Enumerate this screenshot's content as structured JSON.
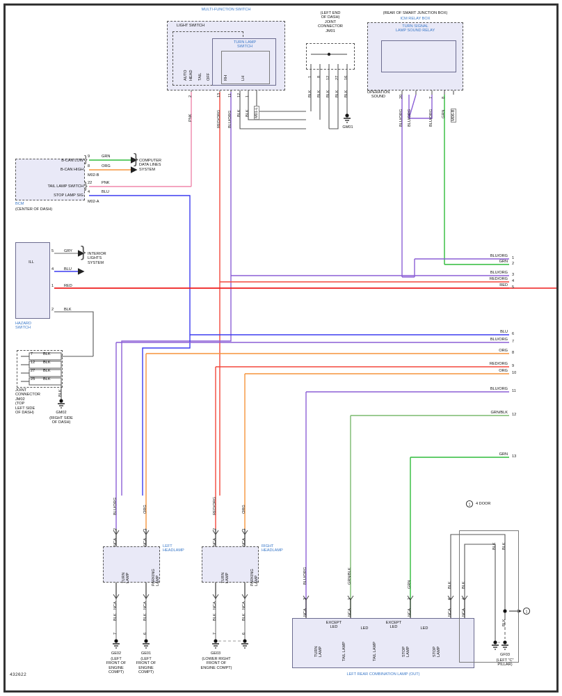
{
  "diagram": {
    "number": "432622",
    "title_blocks": {
      "multi_function_switch": "MULTI-FUNCTION SWITCH",
      "light_switch": "LIGHT SWITCH",
      "turn_lamp_switch": "TURN LAMP\nSWITCH",
      "joint_connector_jm01": "(LEFT END\nOF DASH)\nJOINT\nCONNECTOR\nJM01",
      "smart_junction_box": "(REAR OF SMART JUNCTION BOX)",
      "icm_relay_box": "ICM RELAY BOX",
      "turn_signal_relay": "TURN SIGNAL\nLAMP SOUND RELAY",
      "operation_sound": "OPERATION\nSOUND",
      "bcm": "BCM",
      "bcm_loc": "(CENTER OF DASH)",
      "hazard_switch": "HAZARD\nSWITCH",
      "joint_connector_jm02": "JOINT\nCONNECTOR\nJM02\n(TOP\nLEFT SIDE\nOF DASH)",
      "computer_data_lines": "COMPUTER\nDATA LINES\nSYSTEM",
      "interior_lights": "INTERIOR\nLIGHTS\nSYSTEM",
      "left_headlamp": "LEFT\nHEADLAMP",
      "right_headlamp": "RIGHT\nHEADLAMP",
      "left_rear_comb_lamp": "LEFT REAR COMBINATION LAMP (OUT)",
      "four_door_note": "4 DOOR"
    },
    "light_switch_positions": [
      "AUTO",
      "HEAD",
      "TAIL",
      "OFF"
    ],
    "turn_switch_positions": [
      "RH",
      "LH"
    ],
    "bcm_pins": [
      {
        "name": "B-CAN LOW",
        "pin": "9",
        "color": "GRN"
      },
      {
        "name": "B-CAN HIGH",
        "pin": "8",
        "color": "ORG"
      },
      {
        "name": "TAIL LAMP SWITCH",
        "pin": "22",
        "color": "PNK"
      },
      {
        "name": "STOP LAMP SIG",
        "pin": "4",
        "color": "BLU"
      }
    ],
    "bcm_connectors": {
      "upper": "M02-B",
      "lower": "M02-A"
    },
    "hazard_pins": [
      {
        "pin": "5",
        "color": "GRY"
      },
      {
        "pin": "4",
        "color": "BLU"
      },
      {
        "pin": "1",
        "color": "RED"
      },
      {
        "pin": "2",
        "color": "BLK"
      }
    ],
    "hazard_ill": "ILL",
    "mfs_pins": [
      {
        "pin": "2",
        "color": "PNK"
      },
      {
        "pin": "13",
        "color": "RED/ORG"
      },
      {
        "pin": "11",
        "color": "BLU/ORG"
      },
      {
        "pin": "12",
        "color": "BLK"
      },
      {
        "pin": "1",
        "color": "BLK"
      },
      {
        "pin": "",
        "color": "M01-L"
      }
    ],
    "jm01_pins": [
      {
        "pin": "1",
        "color": "BLK"
      },
      {
        "pin": "8",
        "color": "BLK"
      },
      {
        "pin": "12",
        "color": "BLK"
      },
      {
        "pin": "27",
        "color": "BLK"
      },
      {
        "pin": "16",
        "color": "BLK"
      }
    ],
    "jm02_pins": [
      {
        "pin": "7",
        "color": "BLK"
      },
      {
        "pin": "12",
        "color": "BLK"
      },
      {
        "pin": "27",
        "color": "BLK"
      },
      {
        "pin": "25",
        "color": "BLK"
      }
    ],
    "icm_pins": [
      {
        "pin": "20",
        "color": "BLU/ORG"
      },
      {
        "pin": "",
        "color": "BLU/ORG"
      },
      {
        "pin": "7",
        "color": "BLU/ORG"
      },
      {
        "pin": "8",
        "color": "GRN"
      },
      {
        "pin": "",
        "color": "M06-B"
      }
    ],
    "grounds": [
      {
        "id": "GM01",
        "loc": ""
      },
      {
        "id": "GM02",
        "loc": "(RIGHT SIDE\nOF DASH)"
      },
      {
        "id": "GE02",
        "loc": "(LEFT\nFRONT OF\nENGINE\nCOMPT)"
      },
      {
        "id": "GE01",
        "loc": "(LEFT\nFRONT OF\nENGINE\nCOMPT)"
      },
      {
        "id": "GE03",
        "loc": "(LOWER RIGHT\nFRONT OF\nENGINE COMPT)"
      },
      {
        "id": "GF03",
        "loc": "(LEFT \"C\"\nPILLAR)"
      }
    ],
    "edge_refs": [
      {
        "num": "1",
        "color": "BLU/ORG"
      },
      {
        "num": "2",
        "color": "GRN"
      },
      {
        "num": "3",
        "color": "BLU/ORG"
      },
      {
        "num": "4",
        "color": "RED/ORG"
      },
      {
        "num": "5",
        "color": "RED"
      },
      {
        "num": "6",
        "color": "BLU"
      },
      {
        "num": "7",
        "color": "BLU/ORG"
      },
      {
        "num": "8",
        "color": "ORG"
      },
      {
        "num": "9",
        "color": "RED/ORG"
      },
      {
        "num": "10",
        "color": "ORG"
      },
      {
        "num": "11",
        "color": "BLU/ORG"
      },
      {
        "num": "12",
        "color": "GRN/BLK"
      },
      {
        "num": "13",
        "color": "GRN"
      }
    ],
    "headlamp_left": {
      "turn": {
        "label": "TURN\nLAMP",
        "pin": "2",
        "color": "BLU/ORG",
        "gnd_pin": "7",
        "gnd_color": "BLK"
      },
      "parking": {
        "label": "PARKING\nLAMP",
        "pin": "1",
        "color": "ORG",
        "gnd_pin": "6",
        "gnd_color": "BLK"
      }
    },
    "headlamp_right": {
      "turn": {
        "label": "TURN\nLAMP",
        "pin": "2",
        "color": "RED/ORG",
        "gnd_pin": "7",
        "gnd_color": "BLK"
      },
      "parking": {
        "label": "PARKING\nLAMP",
        "pin": "1",
        "color": "ORG",
        "gnd_pin": "6",
        "gnd_color": "BLK"
      }
    },
    "rear_lamp_pins": [
      {
        "pin": "3",
        "color": "BLU/ORG"
      },
      {
        "pin": "1",
        "color": "GRN/BLK"
      },
      {
        "pin": "2",
        "color": "GRN"
      },
      {
        "pin": "6",
        "color": "BLK"
      },
      {
        "pin": "4",
        "color": "BLK"
      }
    ],
    "rear_lamp_items": [
      {
        "label": "TURN\nLAMP",
        "note": ""
      },
      {
        "label": "TAIL LAMP",
        "note": "EXCEPT\nLED"
      },
      {
        "label": "TAIL LAMP",
        "note": "LED"
      },
      {
        "label": "STOP\nLAMP",
        "note": "EXCEPT\nLED"
      },
      {
        "label": "STOP\nLAMP",
        "note": "LED"
      }
    ],
    "nca": "NCA",
    "wire_colors": {
      "PNK": "#f087ac",
      "RED": "#ee1c1c",
      "RED/ORG": "#f3463b",
      "BLU": "#3c3cf0",
      "BLU/ORG": "#8b5fd6",
      "ORG": "#f5933a",
      "GRN": "#2fbb3a",
      "GRN/BLK": "#7aba6e",
      "GRY": "#9a9a9a",
      "BLK": "#333333"
    }
  }
}
